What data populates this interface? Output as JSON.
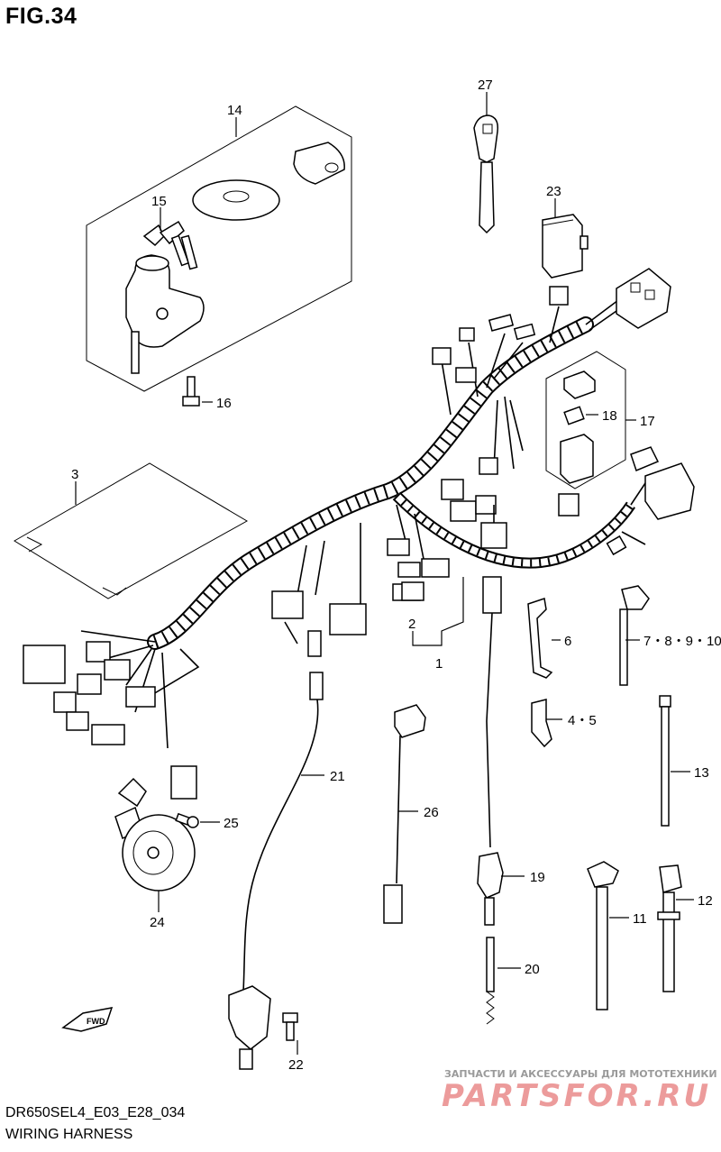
{
  "figure_title": "FIG.34",
  "model_code": "DR650SEL4_E03_E28_034",
  "diagram_title": "WIRING HARNESS",
  "fwd_label": "FWD",
  "watermark": {
    "caption": "ЗАПЧАСТИ И АКСЕССУАРЫ ДЛЯ МОТОТЕХНИКИ",
    "logo": "PARTSFOR.RU",
    "color": "#e98a8a"
  },
  "callouts": [
    {
      "id": "c1",
      "text": "1"
    },
    {
      "id": "c2",
      "text": "2"
    },
    {
      "id": "c3",
      "text": "3"
    },
    {
      "id": "c45",
      "text": "4・5"
    },
    {
      "id": "c6",
      "text": "6"
    },
    {
      "id": "c710",
      "text": "7・8・9・10"
    },
    {
      "id": "c11",
      "text": "11"
    },
    {
      "id": "c12",
      "text": "12"
    },
    {
      "id": "c13",
      "text": "13"
    },
    {
      "id": "c14",
      "text": "14"
    },
    {
      "id": "c15",
      "text": "15"
    },
    {
      "id": "c16",
      "text": "16"
    },
    {
      "id": "c17",
      "text": "17"
    },
    {
      "id": "c18",
      "text": "18"
    },
    {
      "id": "c19",
      "text": "19"
    },
    {
      "id": "c20",
      "text": "20"
    },
    {
      "id": "c21",
      "text": "21"
    },
    {
      "id": "c22",
      "text": "22"
    },
    {
      "id": "c23",
      "text": "23"
    },
    {
      "id": "c24",
      "text": "24"
    },
    {
      "id": "c25",
      "text": "25"
    },
    {
      "id": "c26",
      "text": "26"
    },
    {
      "id": "c27",
      "text": "27"
    }
  ]
}
